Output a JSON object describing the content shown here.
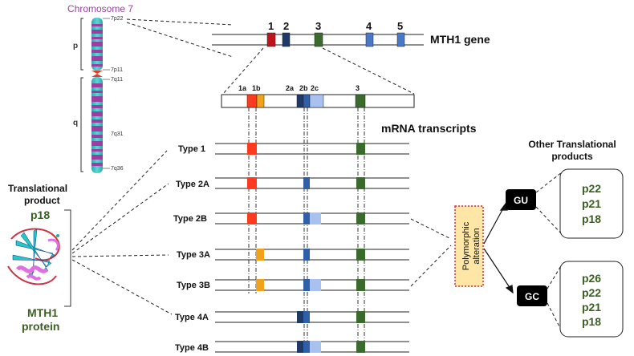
{
  "chromosome": {
    "title": "Chromosome 7",
    "arm_p": "p",
    "arm_q": "q",
    "bands": [
      "7p22",
      "7p11",
      "7q11",
      "7q31",
      "7q36"
    ]
  },
  "gene": {
    "name": "MTH1 gene",
    "exons": [
      "1",
      "2",
      "3",
      "4",
      "5"
    ]
  },
  "exon_detail": {
    "labels": [
      "1a",
      "1b",
      "2a",
      "2b",
      "2c",
      "3"
    ]
  },
  "transcripts": {
    "title": "mRNA transcripts",
    "types": [
      "Type 1",
      "Type 2A",
      "Type 2B",
      "Type 3A",
      "Type 3B",
      "Type 4A",
      "Type 4B"
    ]
  },
  "left_panel": {
    "heading_line1": "Translational",
    "heading_line2": "product",
    "product": "p18",
    "protein_line1": "MTH1",
    "protein_line2": "protein"
  },
  "polymorphic": {
    "line1": "Polymorphic",
    "line2": "alteration"
  },
  "alleles": {
    "gu": "GU",
    "gc": "GC"
  },
  "other_products": {
    "title_line1": "Other Translational",
    "title_line2": "products",
    "gu_products": [
      "p22",
      "p21",
      "p18"
    ],
    "gc_products": [
      "p26",
      "p22",
      "p21",
      "p18"
    ]
  },
  "colors": {
    "exon1": "#c0141c",
    "exon2": "#1f3a66",
    "exon3": "#3b6b2c",
    "exon4": "#4a78c8",
    "exon1a": "#ff3b1f",
    "exon1b": "#f0a21c",
    "exon2b": "#2f5fa8",
    "exon2c": "#a9c1ee",
    "product_green": "#3b5e23",
    "chrom_purple": "#9a3fa0",
    "chrom_teal": "#3cbcbc",
    "centromere": "#e53b2b",
    "poly_fill": "#fde6a6",
    "poly_border": "#e0282e"
  }
}
